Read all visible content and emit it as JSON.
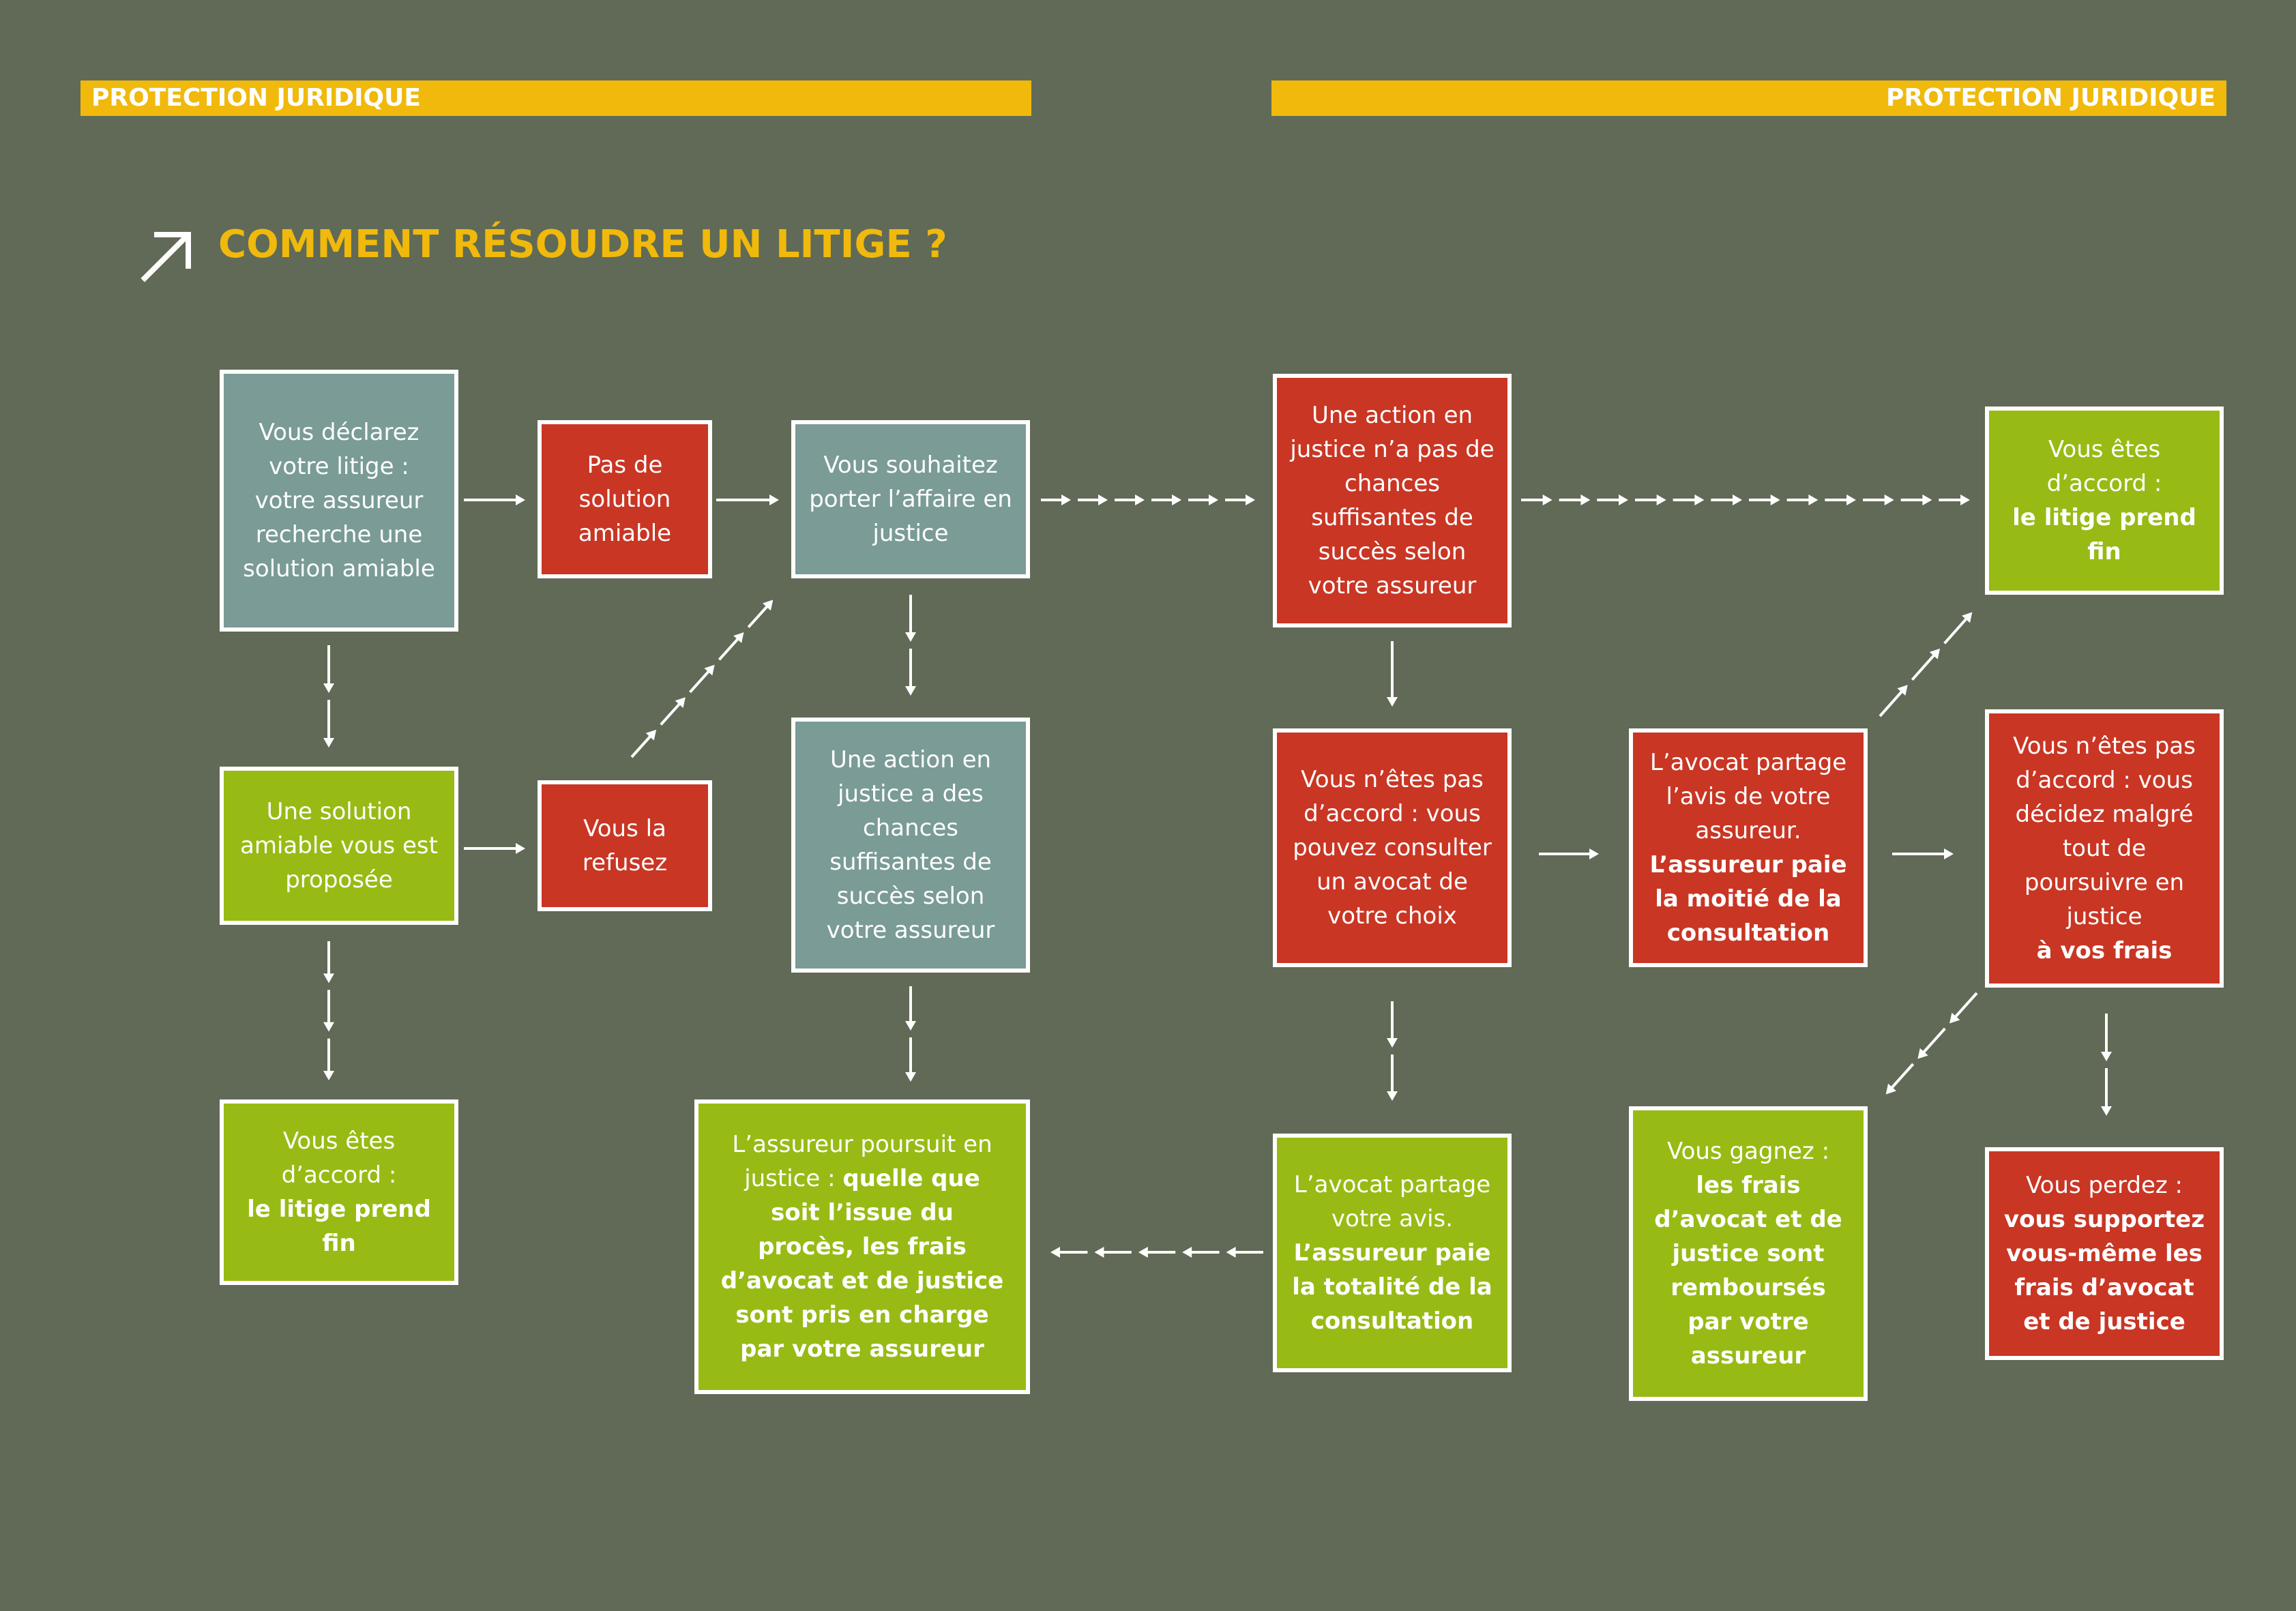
{
  "header": {
    "left_label": "PROTECTION JURIDIQUE",
    "right_label": "PROTECTION JURIDIQUE"
  },
  "title": "COMMENT RÉSOUDRE UN LITIGE ?",
  "colors": {
    "background": "#606a56",
    "accent_yellow": "#f0b90b",
    "teal": "#7a9b96",
    "red": "#c93624",
    "green": "#97bb14",
    "border": "#ffffff"
  },
  "icons": {
    "title_icon": "arrow-up-right-icon"
  },
  "boxes": {
    "declare": {
      "text": "Vous déclarez votre litige : votre assureur recherche une solution amiable"
    },
    "no_amicable": {
      "text": "Pas de solution amiable"
    },
    "wish_court": {
      "text": "Vous souhaitez porter l’affaire en justice"
    },
    "no_chance": {
      "text": "Une action en justice n’a pas de chances suffisantes de succès selon votre assureur"
    },
    "agree_top": {
      "text": "Vous êtes d’accord :",
      "bold": "le litige prend fin"
    },
    "amicable_offer": {
      "text": "Une solution amiable vous est proposée"
    },
    "refuse": {
      "text": "Vous la refusez"
    },
    "has_chance": {
      "text": "Une action en justice a des chances suffisantes de succès selon votre assureur"
    },
    "disagree": {
      "text": "Vous n’êtes pas d’accord : vous pouvez consulter un avocat de votre choix"
    },
    "lawyer_shares_half": {
      "text": "L’avocat partage l’avis de votre assureur.",
      "bold": "L’assureur paie la moitié de la consultation"
    },
    "not_agree_pursue": {
      "text": "Vous n’êtes pas d’accord : vous décidez malgré tout de poursuivre en justice",
      "bold": "à vos frais"
    },
    "agree_bottom": {
      "text": "Vous êtes d’accord :",
      "bold": "le litige prend fin"
    },
    "insurer_pursues": {
      "text": "L’assureur poursuit en justice :",
      "bold": "quelle que soit l’issue du procès, les frais d’avocat et de justice sont pris en charge par votre assureur"
    },
    "lawyer_agrees": {
      "text": "L’avocat partage votre avis.",
      "bold": "L’assureur paie la totalité de la consultation"
    },
    "you_win": {
      "text": "Vous gagnez :",
      "bold": "les frais d’avocat et de justice sont remboursés par votre assureur"
    },
    "you_lose": {
      "text": "Vous perdez :",
      "bold": "vous supportez vous-même les frais d’avocat et de justice"
    }
  }
}
